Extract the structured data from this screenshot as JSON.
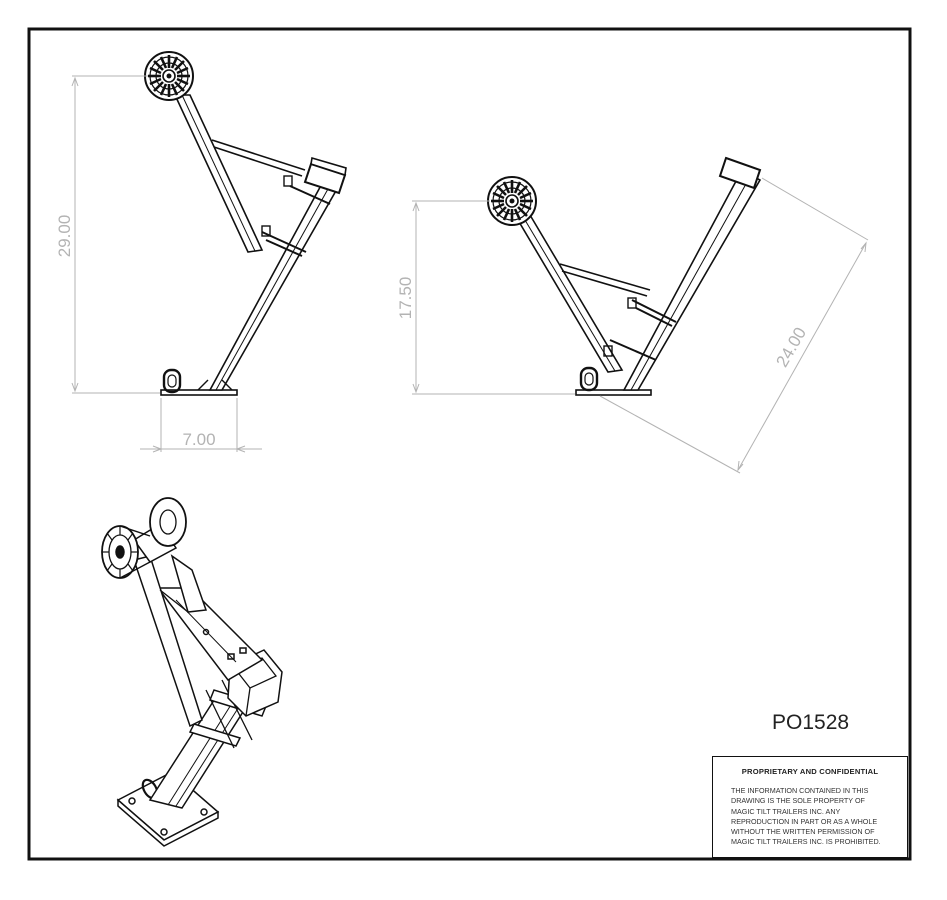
{
  "drawing": {
    "part_number": "PO1528",
    "title_block": {
      "heading": "PROPRIETARY AND CONFIDENTIAL",
      "lines": [
        "THE INFORMATION CONTAINED IN THIS",
        "DRAWING IS THE SOLE PROPERTY OF",
        "MAGIC TILT TRAILERS INC.  ANY",
        "REPRODUCTION IN PART OR AS A WHOLE",
        "WITHOUT THE WRITTEN PERMISSION OF",
        "MAGIC TILT TRAILERS INC. IS PROHIBITED."
      ]
    },
    "dimensions": {
      "front_height": "29.00",
      "base_width": "7.00",
      "side_height": "17.50",
      "tube_length": "24.00"
    },
    "colors": {
      "line": "#111111",
      "dimension": "#b3b3b3",
      "border": "#111111"
    }
  }
}
